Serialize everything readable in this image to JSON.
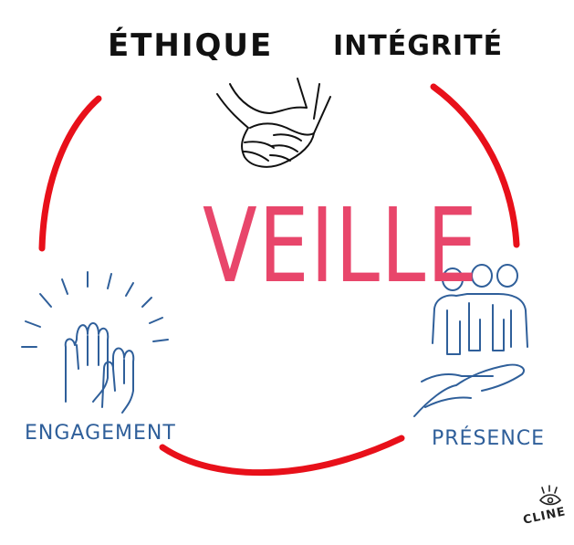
{
  "colors": {
    "circle": "#e8101a",
    "veille": "#e8466b",
    "label_blue": "#2f5f9a",
    "ink": "#111111"
  },
  "title": "VEILLE",
  "values": {
    "top_left": "ÉTHIQUE",
    "top_right": "INTÉGRITÉ",
    "bottom_left": "ENGAGEMENT",
    "bottom_right": "PRÉSENCE"
  },
  "signature": "CLINE",
  "icons": {
    "top": "holding-hands-icon",
    "left": "raised-hands-icon",
    "right": "group-of-people-icon",
    "right_lower": "open-hand-icon"
  }
}
